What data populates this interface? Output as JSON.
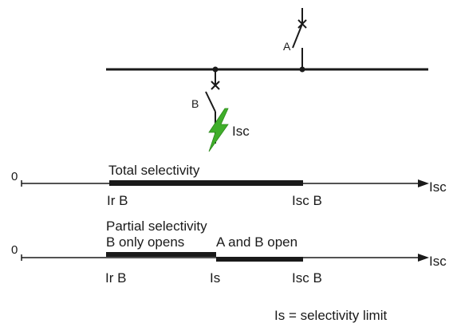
{
  "colors": {
    "line": "#1a1a1a",
    "fault": "#3fae2a"
  },
  "icons": {
    "fault": "lightning-bolt-icon",
    "breaker_contact": "cross-mark-icon"
  },
  "circuit": {
    "breaker_a_label": "A",
    "breaker_b_label": "B",
    "fault_label": "Isc"
  },
  "total_selectivity": {
    "title": "Total selectivity",
    "origin_label": "0",
    "axis_label": "Isc",
    "tick_left": "Ir B",
    "tick_right": "Isc B"
  },
  "partial_selectivity": {
    "title": "Partial selectivity",
    "zone_left": "B only opens",
    "zone_right": "A and B open",
    "origin_label": "0",
    "axis_label": "Isc",
    "tick_left": "Ir B",
    "tick_middle": "Is",
    "tick_right": "Isc B"
  },
  "legend": {
    "selectivity_limit": "Is = selectivity limit"
  }
}
